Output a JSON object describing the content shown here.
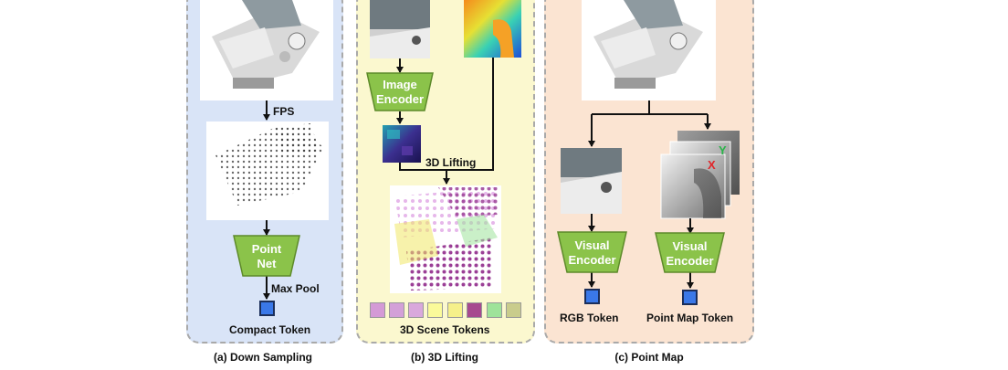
{
  "panels": {
    "a": {
      "caption": "(a) Down Sampling",
      "fps": "FPS",
      "encoder": [
        "Point",
        "Net"
      ],
      "maxpool": "Max Pool",
      "token": "Compact Token",
      "bg": "#d9e4f7"
    },
    "b": {
      "caption": "(b) 3D Lifting",
      "encoder": [
        "Image",
        "Encoder"
      ],
      "lifting": "3D Lifting",
      "tokens_label": "3D Scene Tokens",
      "token_colors": [
        "#d49ad6",
        "#d3a0d8",
        "#d9a8dc",
        "#fafa9a",
        "#f5f08a",
        "#a7498f",
        "#9fe39a",
        "#c9cc8c"
      ],
      "bg": "#fbf8cf"
    },
    "c": {
      "caption": "(c) Point Map",
      "encoder_left": [
        "Visual",
        "Encoder"
      ],
      "encoder_right": [
        "Visual",
        "Encoder"
      ],
      "rgb_token": "RGB Token",
      "pm_token": "Point Map Token",
      "axis_y": "Y",
      "axis_x": "X",
      "bg": "#fbe4d2"
    }
  },
  "colors": {
    "encoder_fill": "#8bc34a",
    "encoder_stroke": "#5d8a2a",
    "token_blue": "#3a78e8"
  }
}
